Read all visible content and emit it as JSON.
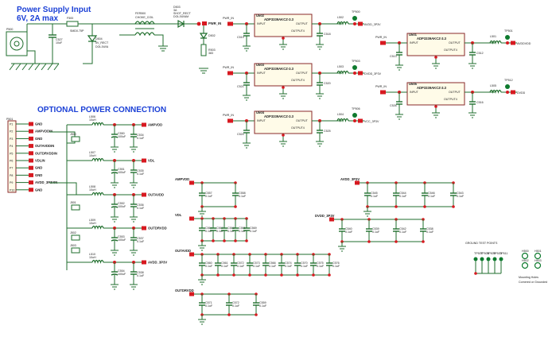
{
  "titles": {
    "power_input": "Power Supply Input",
    "power_input_spec": "6V,  2A max",
    "optional": "OPTIONAL POWER CONNECTION"
  },
  "input_stage": {
    "jack": "P500",
    "c527": [
      "C527",
      "10uF"
    ],
    "f500": [
      "F500",
      "SMD0.75P"
    ],
    "d504": [
      "D504",
      "5V_RECT",
      "DOL1W/A"
    ],
    "fer": [
      "FER500",
      "CHOKE_COIL"
    ],
    "d503": [
      "D503",
      "3A",
      "SHOT_RECT",
      "DOL1W/AM"
    ],
    "led": [
      "D502",
      "LED"
    ],
    "r503": [
      "R503",
      "383"
    ],
    "pwr_in": "PWR_IN"
  },
  "regulators": [
    {
      "ref": "U502",
      "part": "ADP3339AKCZ-3.3",
      "in": "INPUT",
      "out": "OUTPUT",
      "out2": "OUTPUT4",
      "net_in": "PWR_IN",
      "net_out": "AVDD_3P3V",
      "tp": "TP500",
      "l": "L502",
      "cin": "C519",
      "cout": "C518"
    },
    {
      "ref": "U503",
      "part": "ADP3339AKCZ-3.3",
      "in": "INPUT",
      "out": "OUTPUT",
      "out2": "OUTPUT4",
      "net_in": "PWR_IN",
      "net_out": "DVDD_3P3V",
      "tp": "TP503",
      "l": "L503",
      "cin": "C521",
      "cout": "C520"
    },
    {
      "ref": "U504",
      "part": "ADP3339AKCZ-3.3",
      "in": "INPUT",
      "out": "OUTPUT",
      "out2": "OUTPUT4",
      "net_in": "PWR_IN",
      "net_out": "VCC_3P3V",
      "tp": "TP506",
      "l": "L504",
      "cin": "C524",
      "cout": "C525"
    },
    {
      "ref": "U501",
      "part": "ADP3339AKCZ-3.3",
      "in": "INPUT",
      "out": "OUTPUT",
      "out2": "OUTPUT4",
      "net_in": "PWR_IN",
      "net_out": "AVDDVDD",
      "tp": "TP501",
      "l": "L501",
      "cin": "C513",
      "cout": "C512"
    },
    {
      "ref": "U505",
      "part": "ADP3339AKCZ-3.3",
      "in": "INPUT",
      "out": "OUTPUT",
      "out2": "OUTPUT4",
      "net_in": "PWR_IN",
      "net_out": "DVDD",
      "tp": "TP512",
      "l": "L505",
      "cin": "C526",
      "cout": "C516"
    }
  ],
  "connector": {
    "ref": "P501",
    "pins": [
      "P1",
      "P2",
      "P3",
      "P4",
      "P5",
      "P6",
      "P7",
      "P8",
      "P9",
      "P10"
    ],
    "nets": [
      "GND",
      "AMPVDDIN",
      "GND",
      "OUTAVDDIN",
      "OUTDRVDDIN",
      "VDLIN",
      "GND",
      "GND",
      "AVDD_3P3VIN",
      "GND"
    ]
  },
  "opt_outputs": [
    {
      "net": "AMPVDD",
      "l": "L506",
      "v": "10uH",
      "c": "C550",
      "cv": "100uF",
      "c2": "C534",
      "c2v": "0.1uF"
    },
    {
      "net": "VDL",
      "l": "L507",
      "v": "10uH",
      "c": "C551",
      "cv": "100uF",
      "c2": "C535",
      "c2v": "0.1uF"
    },
    {
      "net": "OUTAVDD",
      "l": "L508",
      "v": "10uH",
      "c": "C552",
      "cv": "100uF",
      "c2": "C536",
      "c2v": "0.1uF"
    },
    {
      "net": "OUTDRVDD",
      "l": "L509",
      "v": "10uH",
      "c": "C553",
      "cv": "100uF",
      "c2": "C537",
      "c2v": "0.1uF"
    },
    {
      "net": "AVDD_3P3V",
      "l": "L510",
      "v": "10uH",
      "c": "C554",
      "cv": "100uF",
      "c2": "C538",
      "c2v": "0.1uF"
    }
  ],
  "jumpers": [
    "J500",
    "J501",
    "J502",
    "J503"
  ],
  "bypass": {
    "ampvdd": {
      "net": "AMPVDD",
      "caps": [
        [
          "C557",
          "0.1uF"
        ],
        [
          "C558",
          "0.1uF"
        ]
      ]
    },
    "vdl": {
      "net": "VDL",
      "caps": [
        [
          "C564",
          "0.1uF"
        ],
        [
          "C567",
          "0.1uF"
        ],
        [
          "C568",
          "0.1uF"
        ],
        [
          "C565",
          "0.1uF"
        ],
        [
          "C569",
          "0.1uF"
        ]
      ]
    },
    "outavdd": {
      "net": "OUTAVDD",
      "caps": [
        [
          "C560",
          "0.1uF"
        ],
        [
          "C561",
          "0.1uF"
        ],
        [
          "C572",
          "0.1uF"
        ],
        [
          "C573",
          "0.1uF"
        ],
        [
          "C566",
          "0.1uF"
        ],
        [
          "C574",
          "0.1uF"
        ],
        [
          "C570",
          "0.1uF"
        ],
        [
          "C575",
          "0.1uF"
        ],
        [
          "C576",
          "0.1uF"
        ]
      ]
    },
    "outdrvdd": {
      "net": "OUTDRVDD",
      "caps": [
        [
          "C571",
          "0.1uF"
        ],
        [
          "C572",
          "0.1uF"
        ],
        [
          "C559",
          "0.1uF"
        ]
      ]
    },
    "avdd": {
      "net": "AVDD_3P3V",
      "caps": [
        [
          "C545",
          "0.1uF"
        ],
        [
          "C544",
          "0.1uF"
        ],
        [
          "C546",
          "0.1uF"
        ],
        [
          "C543",
          "0.1uF"
        ]
      ]
    },
    "dvdd": {
      "net": "DVDD_3P3V",
      "caps": [
        [
          "C540",
          "0.1uF"
        ],
        [
          "C539",
          "0.1uF"
        ],
        [
          "C542",
          "0.1uF"
        ],
        [
          "C538",
          "0.1uF"
        ]
      ]
    }
  },
  "test_points": [
    "TP507",
    "TP508",
    "TP509",
    "TP510",
    "TP511"
  ],
  "mounting": [
    "H500",
    "H501",
    "H502",
    "H503"
  ],
  "notes": [
    "GROUND TEST POINTS",
    "Mounting Holes",
    "Cornered or Grounded"
  ]
}
